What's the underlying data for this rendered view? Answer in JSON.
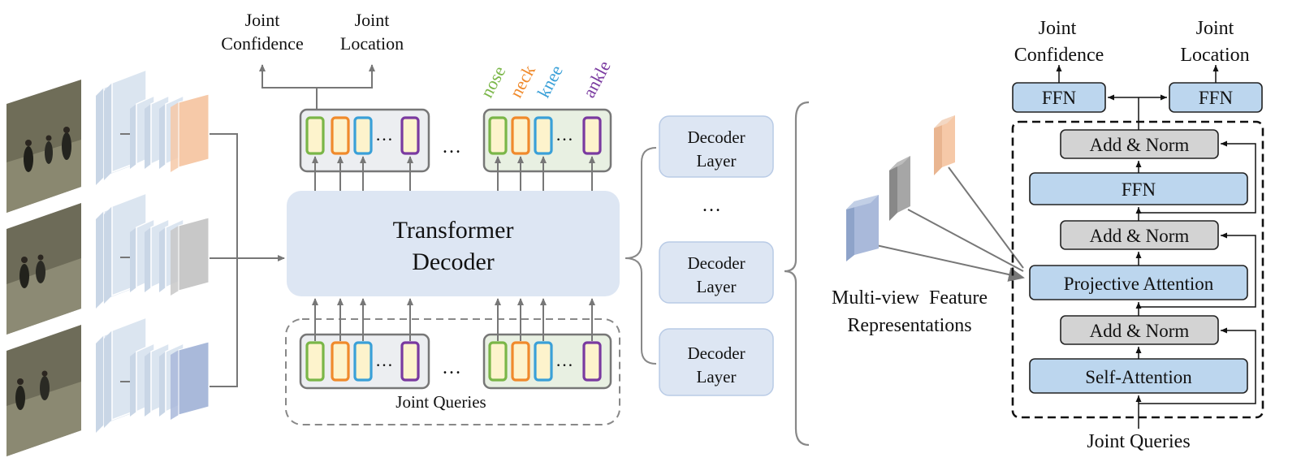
{
  "colors": {
    "nose": "#7ab648",
    "neck": "#f08a2c",
    "knee": "#3aa0d8",
    "ankle": "#7a3aa0",
    "token_fill": "#fdf3cc",
    "orange_feature": "#f6c9a8",
    "gray_feature": "#c8c8c8",
    "blue_feature": "#a9b9da",
    "backbone": "#dbe5f0",
    "decoder_fill": "#dde6f3",
    "detail_box": "#bcd6ee",
    "norm_box": "#d3d3d3"
  },
  "left": {
    "output_labels": {
      "confidence_1": "Joint",
      "confidence_2": "Confidence",
      "location_1": "Joint",
      "location_2": "Location"
    },
    "joint_names": [
      "nose",
      "neck",
      "knee",
      "ankle"
    ],
    "ellipsis": "…",
    "transformer_1": "Transformer",
    "transformer_2": "Decoder",
    "joint_queries": "Joint Queries"
  },
  "middle": {
    "decoder_layers": [
      {
        "line1": "Decoder",
        "line2": "Layer"
      },
      {
        "line1": "Decoder",
        "line2": "Layer"
      },
      {
        "line1": "Decoder",
        "line2": "Layer"
      }
    ],
    "ellipsis": "…"
  },
  "features": {
    "label_1": "Multi-view  Feature",
    "label_2": "Representations"
  },
  "detail": {
    "confidence_1": "Joint",
    "confidence_2": "Confidence",
    "location_1": "Joint",
    "location_2": "Location",
    "ffn_left": "FFN",
    "ffn_right": "FFN",
    "add_norm_top": "Add & Norm",
    "ffn_mid": "FFN",
    "add_norm_mid": "Add & Norm",
    "projective_attention": "Projective Attention",
    "add_norm_bottom": "Add & Norm",
    "self_attention": "Self-Attention",
    "joint_queries": "Joint Queries"
  }
}
